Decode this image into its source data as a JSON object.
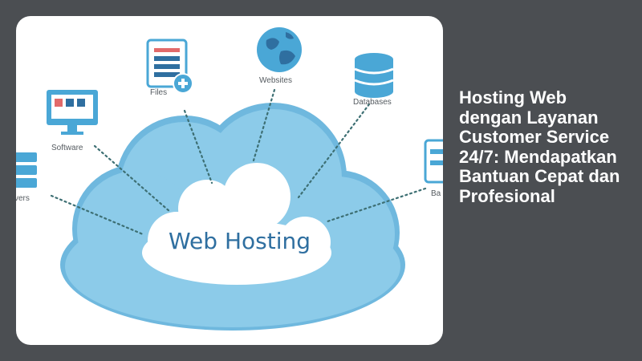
{
  "headline": "Hosting Web dengan Layanan Customer Service 24/7: Mendapatkan Bantuan Cepat dan Profesional",
  "illustration": {
    "center_label": "Web Hosting",
    "nodes": {
      "files": "Files",
      "websites": "Websites",
      "databases": "Databases",
      "software": "Software",
      "servers": "vers",
      "backup": "Ba"
    },
    "colors": {
      "cloud": "#8ccbe9",
      "cloud_edge": "#6fb8de",
      "icon": "#4aa7d6",
      "dots": "#3d6f73"
    }
  }
}
